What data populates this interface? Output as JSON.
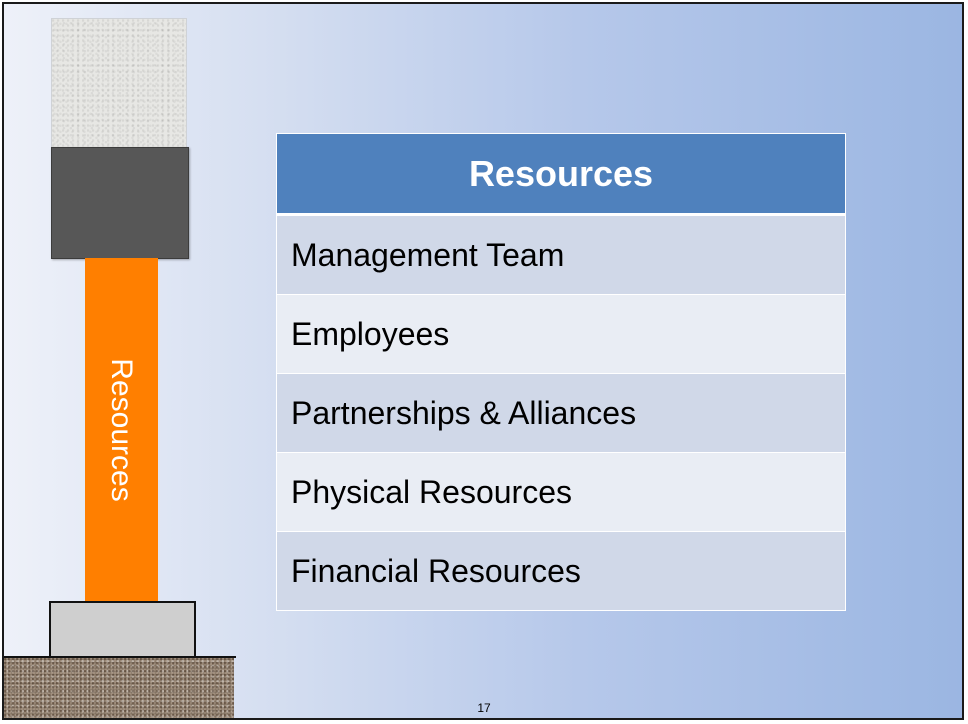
{
  "pillar": {
    "shaft_label": "Resources",
    "shaft_color": "#ff7f00",
    "capital_color": "#575757"
  },
  "table": {
    "header": "Resources",
    "header_color": "#4f81bd",
    "rows": [
      "Management Team",
      "Employees",
      "Partnerships & Alliances",
      "Physical Resources",
      "Financial Resources"
    ]
  },
  "footer": {
    "page_number": "17"
  }
}
